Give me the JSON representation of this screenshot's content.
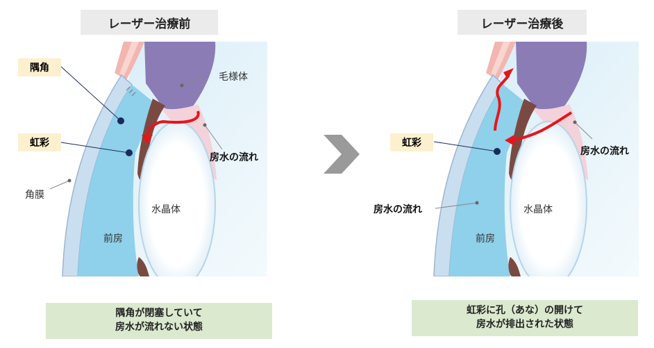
{
  "before": {
    "title": "レーザー治療前",
    "labels": {
      "gukaku": "隅角",
      "kousai": "虹彩",
      "mouyoutai": "毛様体",
      "bousui_flow": "房水の流れ",
      "kakumaku": "角膜",
      "suishoutai": "水晶体",
      "zenbou": "前房"
    },
    "caption": [
      "隅角が閉塞していて",
      "房水が流れない状態"
    ]
  },
  "after": {
    "title": "レーザー治療後",
    "labels": {
      "kousai": "虹彩",
      "bousui_flow_right": "房水の流れ",
      "bousui_flow_left": "房水の流れ",
      "suishoutai": "水晶体",
      "zenbou": "前房"
    },
    "caption": [
      "虹彩に孔（あな）の開けて",
      "房水が排出された状態"
    ]
  },
  "colors": {
    "title_bg": "#ebebeb",
    "caption_bg": "#dbe9cf",
    "label_bg": "#fdf0cf",
    "flow_arrow": "#e8141a",
    "pointer": "#1a2a5a",
    "next_arrow": "#9a9a9a"
  },
  "icons": {
    "next": "chevron-right-icon"
  }
}
